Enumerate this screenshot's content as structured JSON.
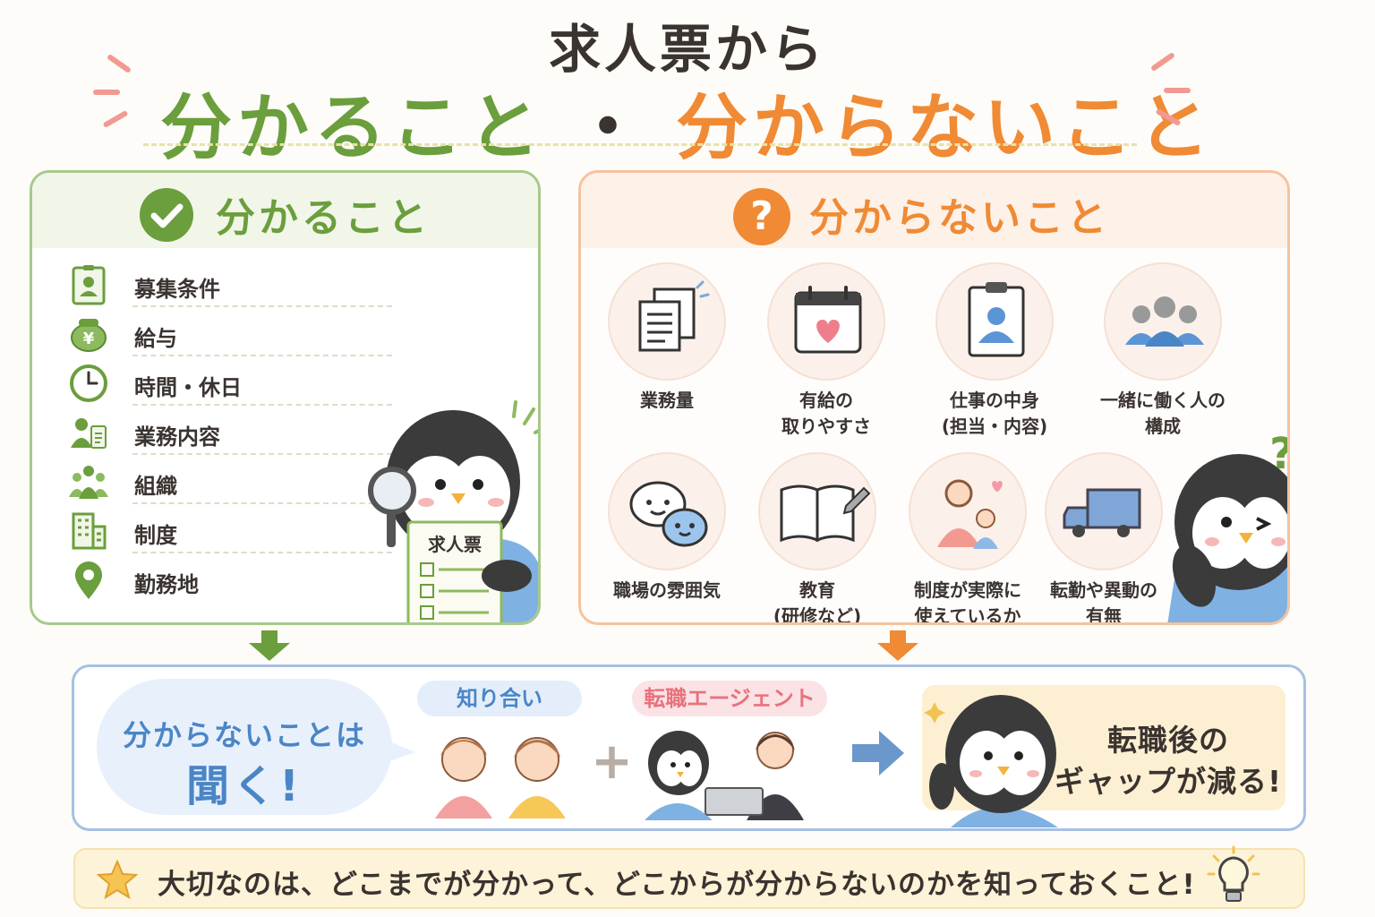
{
  "title": {
    "line1": "求人票から",
    "known": "分かること",
    "separator": "・",
    "unknown": "分からないこと"
  },
  "known_panel": {
    "title": "分かること",
    "items": [
      {
        "label": "募集条件",
        "icon": "id-card-icon"
      },
      {
        "label": "給与",
        "icon": "wallet-yen-icon"
      },
      {
        "label": "時間・休日",
        "icon": "clock-icon"
      },
      {
        "label": "業務内容",
        "icon": "worker-clipboard-icon"
      },
      {
        "label": "組織",
        "icon": "team-icon"
      },
      {
        "label": "制度",
        "icon": "building-icon"
      },
      {
        "label": "勤務地",
        "icon": "map-pin-icon"
      }
    ],
    "penguin_sheet_label": "求人票"
  },
  "unknown_panel": {
    "title": "分からないこと",
    "badge": "?",
    "items": [
      {
        "line1": "業務量",
        "line2": "",
        "icon": "documents-icon"
      },
      {
        "line1": "有給の",
        "line2": "取りやすさ",
        "icon": "calendar-heart-icon"
      },
      {
        "line1": "仕事の中身",
        "line2": "(担当・内容)",
        "icon": "clipboard-person-icon"
      },
      {
        "line1": "一緒に働く人の",
        "line2": "構成",
        "icon": "people-group-icon"
      },
      {
        "line1": "職場の雰囲気",
        "line2": "",
        "icon": "chat-bubbles-icon"
      },
      {
        "line1": "教育",
        "line2": "(研修など)",
        "icon": "book-pen-icon"
      },
      {
        "line1": "制度が実際に",
        "line2": "使えているか",
        "icon": "mother-child-icon"
      },
      {
        "line1": "転勤や異動の",
        "line2": "有無",
        "icon": "truck-icon"
      }
    ]
  },
  "bottom": {
    "bubble_line1": "分からないことは",
    "bubble_line2": "聞く!",
    "acquaintance": "知り合い",
    "agent": "転職エージェント",
    "plus": "+",
    "result_line1": "転職後の",
    "result_line2": "ギャップが減る!"
  },
  "tip": {
    "text": "大切なのは、どこまでが分かって、どこからが分からないのかを知っておくこと!"
  },
  "colors": {
    "known": "#6b9e3c",
    "unknown": "#f08a34",
    "ask": "#4a86c6",
    "title": "#3a3330"
  }
}
